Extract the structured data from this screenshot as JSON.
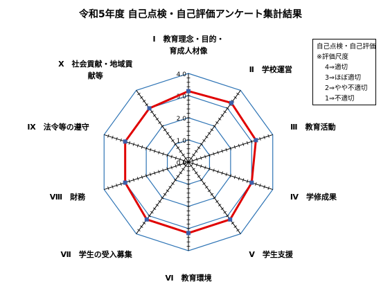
{
  "chart_data": {
    "type": "radar",
    "title": "令和5年度 自己点検・自己評価アンケート集計結果",
    "categories": [
      [
        "Ⅰ　教育理念・目的・",
        "育成人材像"
      ],
      [
        "Ⅱ　学校運営"
      ],
      [
        "Ⅲ　教育活動"
      ],
      [
        "Ⅳ　学修成果"
      ],
      [
        "Ⅴ　学生支援"
      ],
      [
        "Ⅵ　教育環境"
      ],
      [
        "Ⅶ　学生の受入募集"
      ],
      [
        "Ⅷ　財務"
      ],
      [
        "Ⅸ　法令等の遵守"
      ],
      [
        "Ⅹ　社会貢献・地域貢",
        "献等"
      ]
    ],
    "series": [
      {
        "values": [
          3.2,
          3.3,
          3.2,
          3.0,
          3.2,
          3.2,
          3.2,
          3.0,
          3.0,
          3.0
        ],
        "color": "#e00000"
      }
    ],
    "axis_ticks": [
      "0.0",
      "1.0",
      "2.0",
      "3.0",
      "4.0"
    ],
    "rmax": 4.0,
    "grid_color": "#2e74b5",
    "marker_color": "#3d5fa8",
    "legend": {
      "title": "自己点検・自己評価",
      "subtitle": "※評価尺度",
      "items": [
        "4⇒適切",
        "3⇒ほぼ適切",
        "2⇒やや不適切",
        "1⇒不適切"
      ]
    }
  }
}
